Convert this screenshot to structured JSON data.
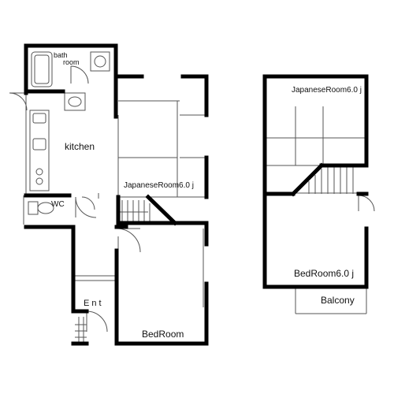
{
  "floor_plan": {
    "rooms": {
      "bathroom_line1": "bath",
      "bathroom_line2": "room",
      "kitchen": "kitchen",
      "wc": "WC",
      "entrance": "Ent",
      "japanese_room_1f": "JapaneseRoom6.0 j",
      "bedroom_1f": "BedRoom",
      "japanese_room_2f": "JapaneseRoom6.0 j",
      "bedroom_2f": "BedRoom6.0 j",
      "balcony": "Balcony"
    }
  }
}
